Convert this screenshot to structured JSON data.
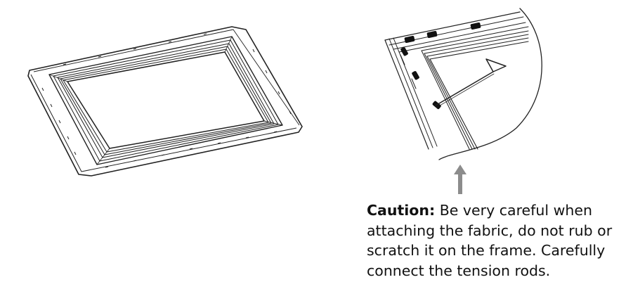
{
  "caption": {
    "label": "Caution:",
    "text": "Be very careful when attaching the fabric, do not rub or scratch it on the frame. Carefully connect the tension rods."
  },
  "colors": {
    "line": "#222222",
    "arrow": "#8c8c8c",
    "rod_clip": "#111111"
  },
  "icons": {
    "frame": "screen-frame-illustration",
    "detail": "tension-rod-detail-illustration",
    "arrow": "up-arrow-icon"
  }
}
